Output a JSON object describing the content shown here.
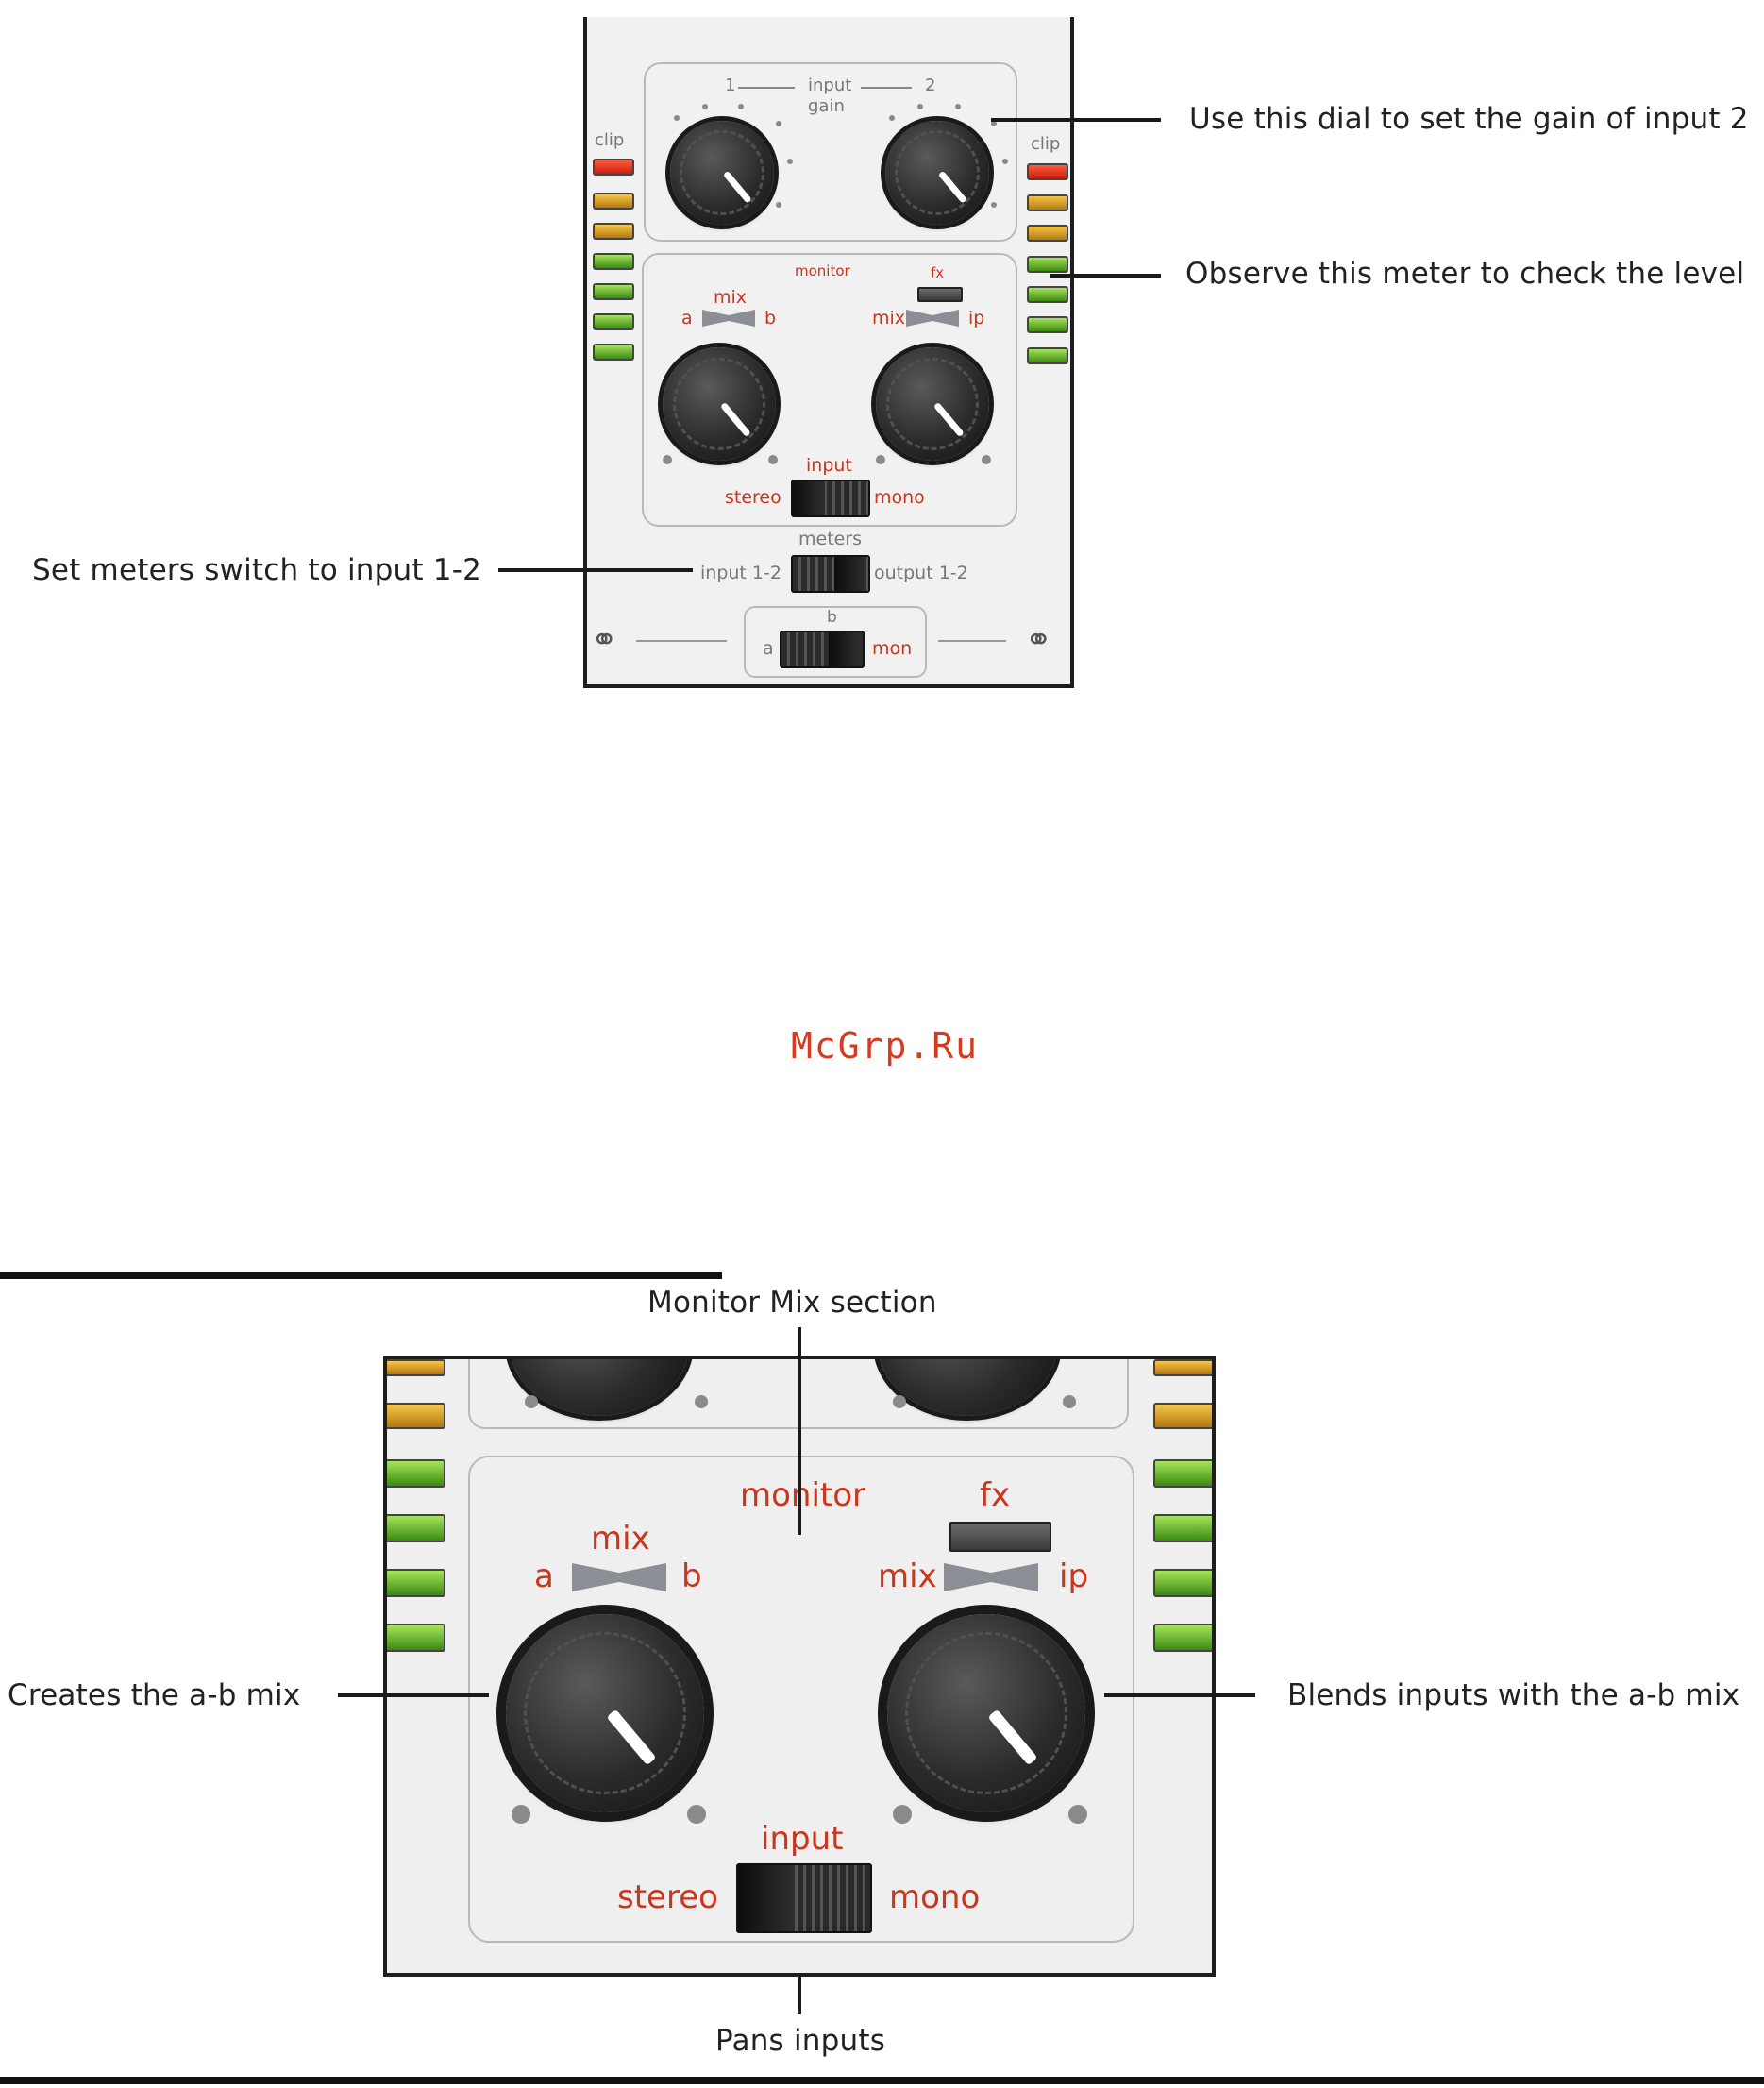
{
  "figure1": {
    "callouts": {
      "gain_dial": "Use this dial to set the gain of input 2",
      "meter": "Observe this meter to check the level",
      "meters_switch": "Set meters switch to input 1-2"
    },
    "panel": {
      "gain_num_1": "1",
      "gain_num_2": "2",
      "gain_label_top": "input",
      "gain_label_bottom": "gain",
      "clip_left": "clip",
      "clip_right": "clip",
      "monitor": "monitor",
      "fx": "fx",
      "mix": "mix",
      "a": "a",
      "b": "b",
      "mix2": "mix",
      "ip": "ip",
      "input": "input",
      "stereo": "stereo",
      "mono": "mono",
      "meters": "meters",
      "meters_left": "input 1-2",
      "meters_right": "output 1-2",
      "hp_b": "b",
      "hp_a": "a",
      "hp_mon": "mon"
    }
  },
  "watermark": "McGrp.Ru",
  "figure2": {
    "callouts": {
      "section": "Monitor Mix section",
      "ab_mix": "Creates the a-b mix",
      "blend": "Blends inputs with the a-b mix",
      "pans": "Pans inputs"
    },
    "panel": {
      "monitor": "monitor",
      "fx": "fx",
      "mix": "mix",
      "a": "a",
      "b": "b",
      "mix2": "mix",
      "ip": "ip",
      "input": "input",
      "stereo": "stereo",
      "mono": "mono"
    }
  }
}
